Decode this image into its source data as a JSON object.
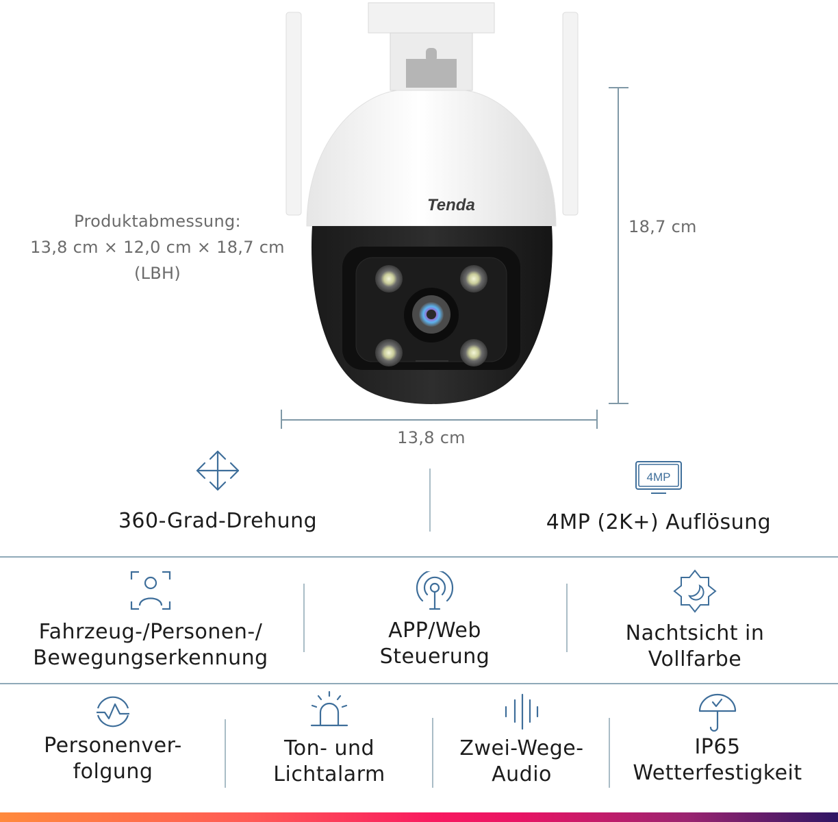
{
  "product": {
    "brand": "Tenda",
    "dimensions_title": "Produktabmessung:",
    "dimensions_value": "13,8 cm × 12,0 cm × 18,7 cm",
    "dimensions_order": "(LBH)",
    "height_label": "18,7 cm",
    "width_label": "13,8 cm"
  },
  "top_features": [
    {
      "icon": "move-arrows-icon",
      "label": "360-Grad-Drehung"
    },
    {
      "icon": "monitor-4mp-icon",
      "icon_text": "4MP",
      "label": "4MP (2K+) Auflösung"
    }
  ],
  "middle_features": [
    {
      "icon": "person-detection-icon",
      "line1": "Fahrzeug-/Personen-/",
      "line2": "Bewegungserkennung"
    },
    {
      "icon": "antenna-signal-icon",
      "line1": "APP/Web",
      "line2": "Steuerung"
    },
    {
      "icon": "night-vision-moon-icon",
      "line1": "Nachtsicht in",
      "line2": "Vollfarbe"
    }
  ],
  "bottom_features": [
    {
      "icon": "tracking-pulse-icon",
      "line1": "Personenver-",
      "line2": "folgung"
    },
    {
      "icon": "siren-alarm-icon",
      "line1": "Ton- und",
      "line2": "Lichtalarm"
    },
    {
      "icon": "audio-wave-icon",
      "line1": "Zwei-Wege-",
      "line2": "Audio"
    },
    {
      "icon": "umbrella-check-icon",
      "line1": "IP65",
      "line2": "Wetterfestigkeit"
    }
  ],
  "colors": {
    "icon_blue": "#3e6e9a",
    "line_gray_blue": "#7f98a6",
    "gradient": [
      "#ff8a3d",
      "#ff4f5a",
      "#f0145f",
      "#8a1f6e",
      "#2e1664"
    ]
  }
}
